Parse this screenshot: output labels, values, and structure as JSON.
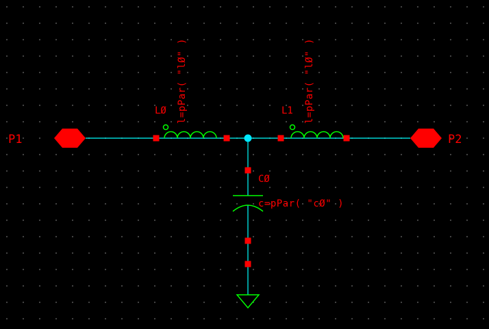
{
  "canvas": {
    "background_color": "#000000",
    "grid_dot_color": "#4a4a4a",
    "wire_color": "#00ffff",
    "component_color": "#00ff00",
    "label_color": "#ff0000"
  },
  "ports": {
    "p1": {
      "label": "P1"
    },
    "p2": {
      "label": "P2"
    }
  },
  "components": {
    "l0": {
      "name": "LØ",
      "value": "l=pPar( \"lØ\" )"
    },
    "l1": {
      "name": "L1",
      "value": "l=pPar( \"lØ\" )"
    },
    "c0": {
      "name": "CØ",
      "value": "c=pPar( \"cØ\" )"
    }
  }
}
